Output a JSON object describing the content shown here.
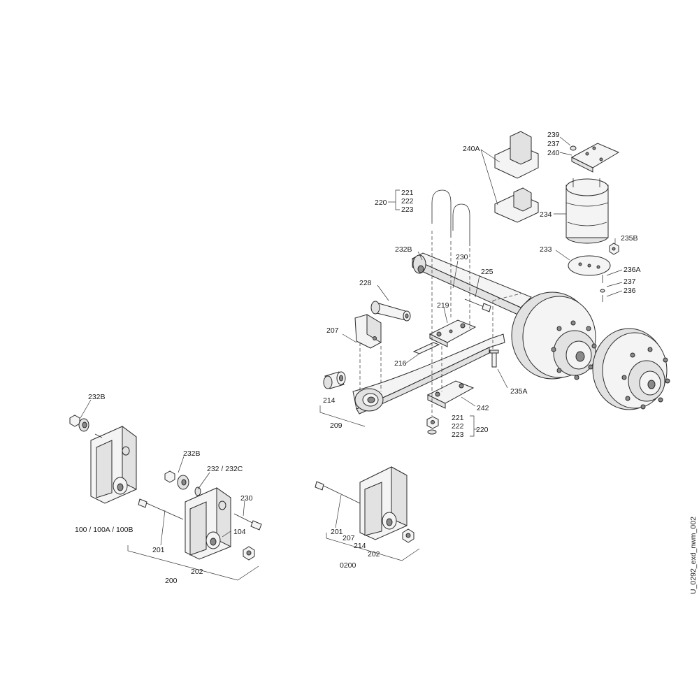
{
  "labels": {
    "l239": "239",
    "l237a": "237",
    "l240": "240",
    "l240A": "240A",
    "l221a": "221",
    "l222a": "222",
    "l223a": "223",
    "l220a": "220",
    "l234": "234",
    "l235B": "235B",
    "l232B_top": "232B",
    "l230_top": "230",
    "l225": "225",
    "l233": "233",
    "l236A": "236A",
    "l237b": "237",
    "l236": "236",
    "l228": "228",
    "l219": "219",
    "l207_top": "207",
    "l216": "216",
    "l235A": "235A",
    "l214_top": "214",
    "l242": "242",
    "l209": "209",
    "l221b": "221",
    "l222b": "222",
    "l223b": "223",
    "l220b": "220",
    "l232B_left": "232B",
    "l100": "100 / 100A / 100B",
    "l232B_mid": "232B",
    "l232_232C": "232 / 232C",
    "l230_mid": "230",
    "l104": "104",
    "l201_mid": "201",
    "l202_mid": "202",
    "l200": "200",
    "l201_right": "201",
    "l207_right": "207",
    "l214_right": "214",
    "l202_right": "202",
    "l0200": "0200"
  },
  "drawing_reference": "U_0292_exd_nwm_002"
}
